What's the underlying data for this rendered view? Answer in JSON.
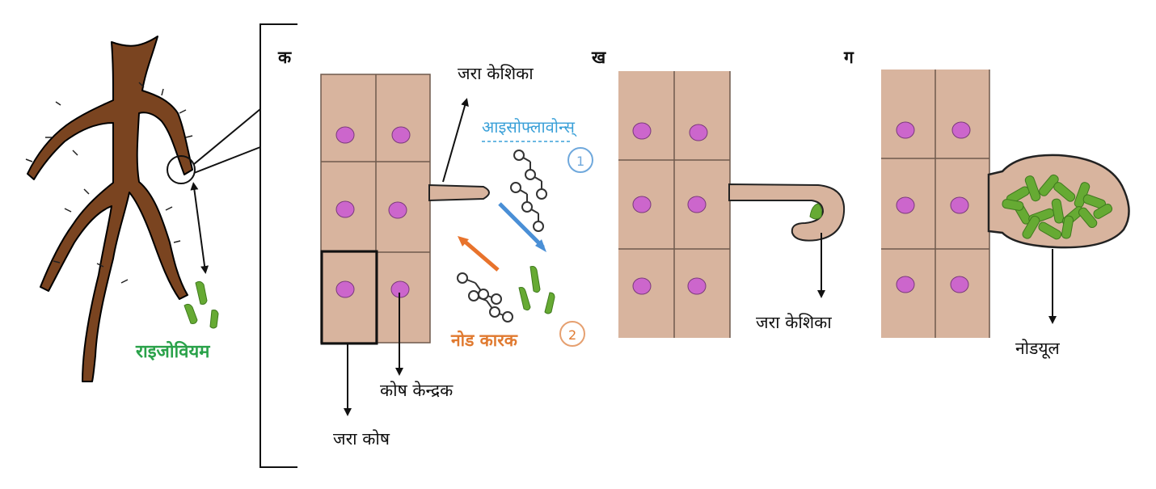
{
  "colors": {
    "root": "#7a4420",
    "cell_fill": "#d8b49e",
    "cell_line": "#6f5a4d",
    "nucleus": "#cc66cc",
    "bacteria": "#66aa33",
    "isoflavone": "#3aa0d8",
    "nod_factor": "#e07a30",
    "blue_arrow": "#4a8fd6",
    "orange_arrow": "#e8732c"
  },
  "labels": {
    "rhizobium": "राइजोवियम",
    "panel_ka": "क",
    "panel_kha": "ख",
    "panel_ga": "ग",
    "root_hair_a": "जरा केशिका",
    "isoflavones": "आइसोफ्लावोन्स्",
    "step_1": "1",
    "step_2": "2",
    "nod_factor": "नोड कारक",
    "cell_nucleus": "कोष केन्द्रक",
    "root_cell": "जरा कोष",
    "root_hair_b": "जरा केशिका",
    "nodule": "नोडयूल"
  },
  "icons": {
    "molecule": "molecule-icon",
    "bacterium": "bacterium-icon"
  }
}
